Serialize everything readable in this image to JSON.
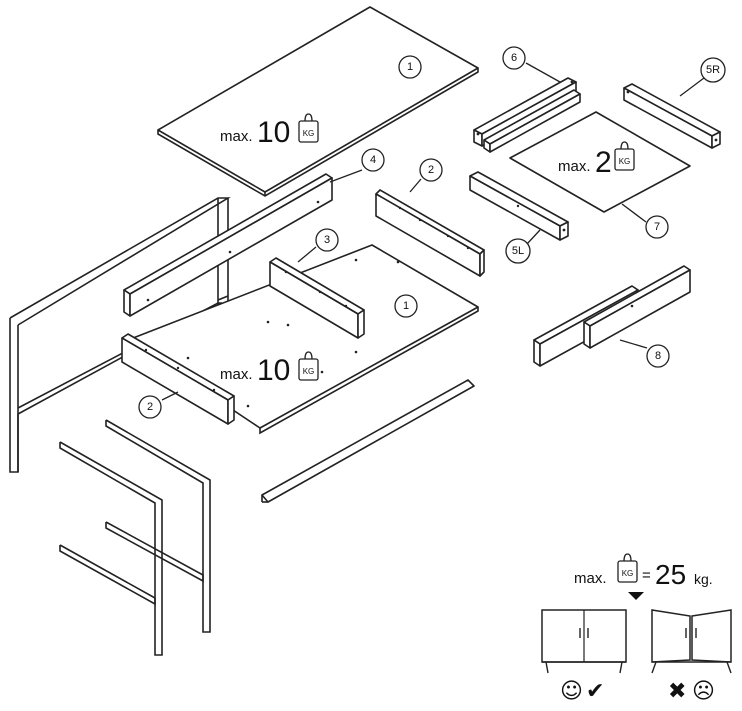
{
  "callouts": {
    "top_panel": "1",
    "bottom_panel": "1",
    "side_panel_top": "2",
    "side_panel_bottom": "2",
    "divider": "3",
    "back_rail": "4",
    "drawer_left": "5L",
    "drawer_right": "5R",
    "drawer_front": "6",
    "drawer_bottom": "7",
    "doors": "8"
  },
  "load_labels": {
    "top_prefix": "max.",
    "top_value": "10",
    "bottom_prefix": "max.",
    "bottom_value": "10",
    "drawer_prefix": "max.",
    "drawer_value": "2",
    "weight_unit": "KG"
  },
  "total_load": {
    "prefix": "max.",
    "equals": "=",
    "value": "25",
    "unit": "kg."
  },
  "icons": {
    "weight": "weight-icon",
    "cabinet_ok": "cabinet-level-icon",
    "cabinet_bad": "cabinet-warped-icon",
    "good": "smiley-icon",
    "check": "check-icon",
    "cross": "cross-icon",
    "bad": "frowny-icon",
    "arrow": "down-arrow-icon"
  },
  "status_glyphs": {
    "good_face": "☺",
    "check": "✔",
    "cross": "✖",
    "bad_face": "☹"
  }
}
